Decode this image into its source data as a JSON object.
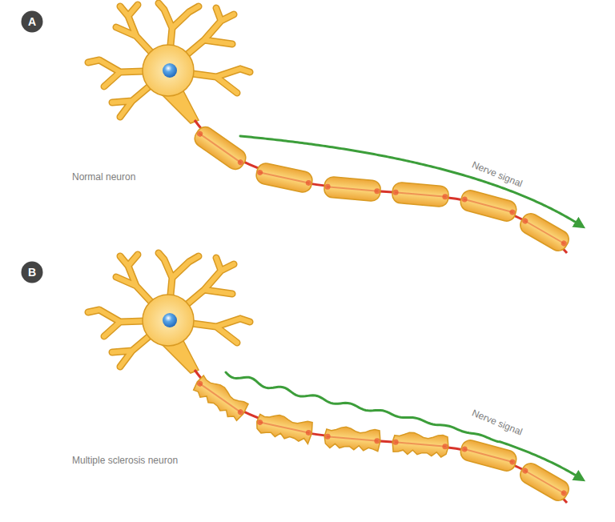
{
  "diagram": {
    "nodes": [
      {
        "text": [
          "A"
        ]
      },
      {
        "text": [
          "B"
        ]
      }
    ],
    "labels": [
      "Normal neuron",
      "Nerve signal",
      "Multiple sclerosis neuron",
      "Nerve signal"
    ]
  }
}
